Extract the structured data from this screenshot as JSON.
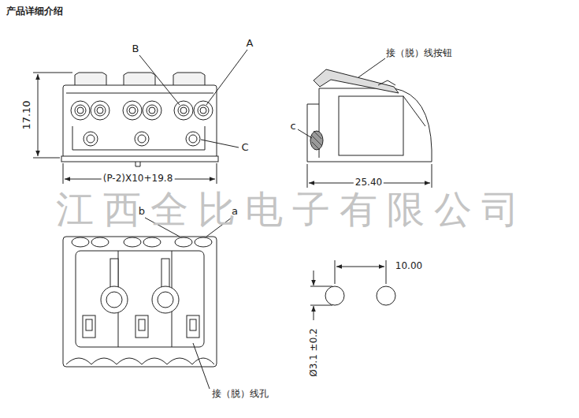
{
  "diagram": {
    "title": "产品详细介绍",
    "labels": [
      "B",
      "A",
      "C",
      "17.10",
      "(P-2)X10+19.8",
      "接（脱）线按钮",
      "c",
      "25.40",
      "江西全比电子有限公司",
      "b",
      "a",
      "10.00",
      "Ø3.1 ±0.2",
      "接（脱）线孔"
    ]
  }
}
